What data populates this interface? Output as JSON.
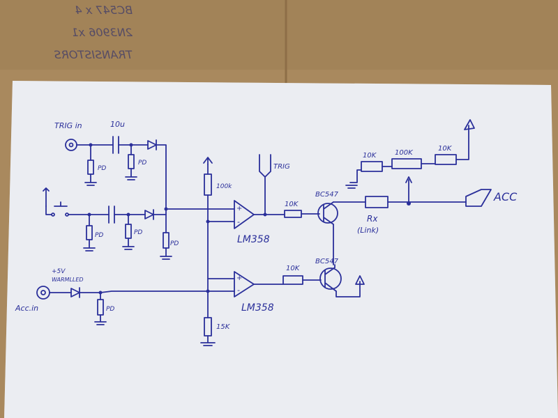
{
  "background": {
    "cardboard_color": "#a9895e",
    "paper_color": "#f1f3f6",
    "ink_color": "#2a2f9a"
  },
  "cardboard_text": [
    "BC547 x 4",
    "2N3906 x1",
    "TRANSISTORS"
  ],
  "labels": {
    "trig_in": "TRIG in",
    "cap_10u": "10u",
    "pd": "PD",
    "r_100k": "100k",
    "r_15k": "15K",
    "trig_out": "TRIG",
    "opamp_1": "LM358",
    "opamp_2": "LM358",
    "r_10k_1": "10K",
    "r_10k_2": "10K",
    "r_10k_3": "10K",
    "r_10k_4": "10K",
    "pot_100k": "100K",
    "transistor_1": "BC547",
    "transistor_2": "BC547",
    "rx": "Rx",
    "link": "(Link)",
    "acc_out": "ACC",
    "acc_in": "Acc.in",
    "supply_note_1": "+5V",
    "supply_note_2": "WARMLLED",
    "plus": "+",
    "minus": "-"
  }
}
